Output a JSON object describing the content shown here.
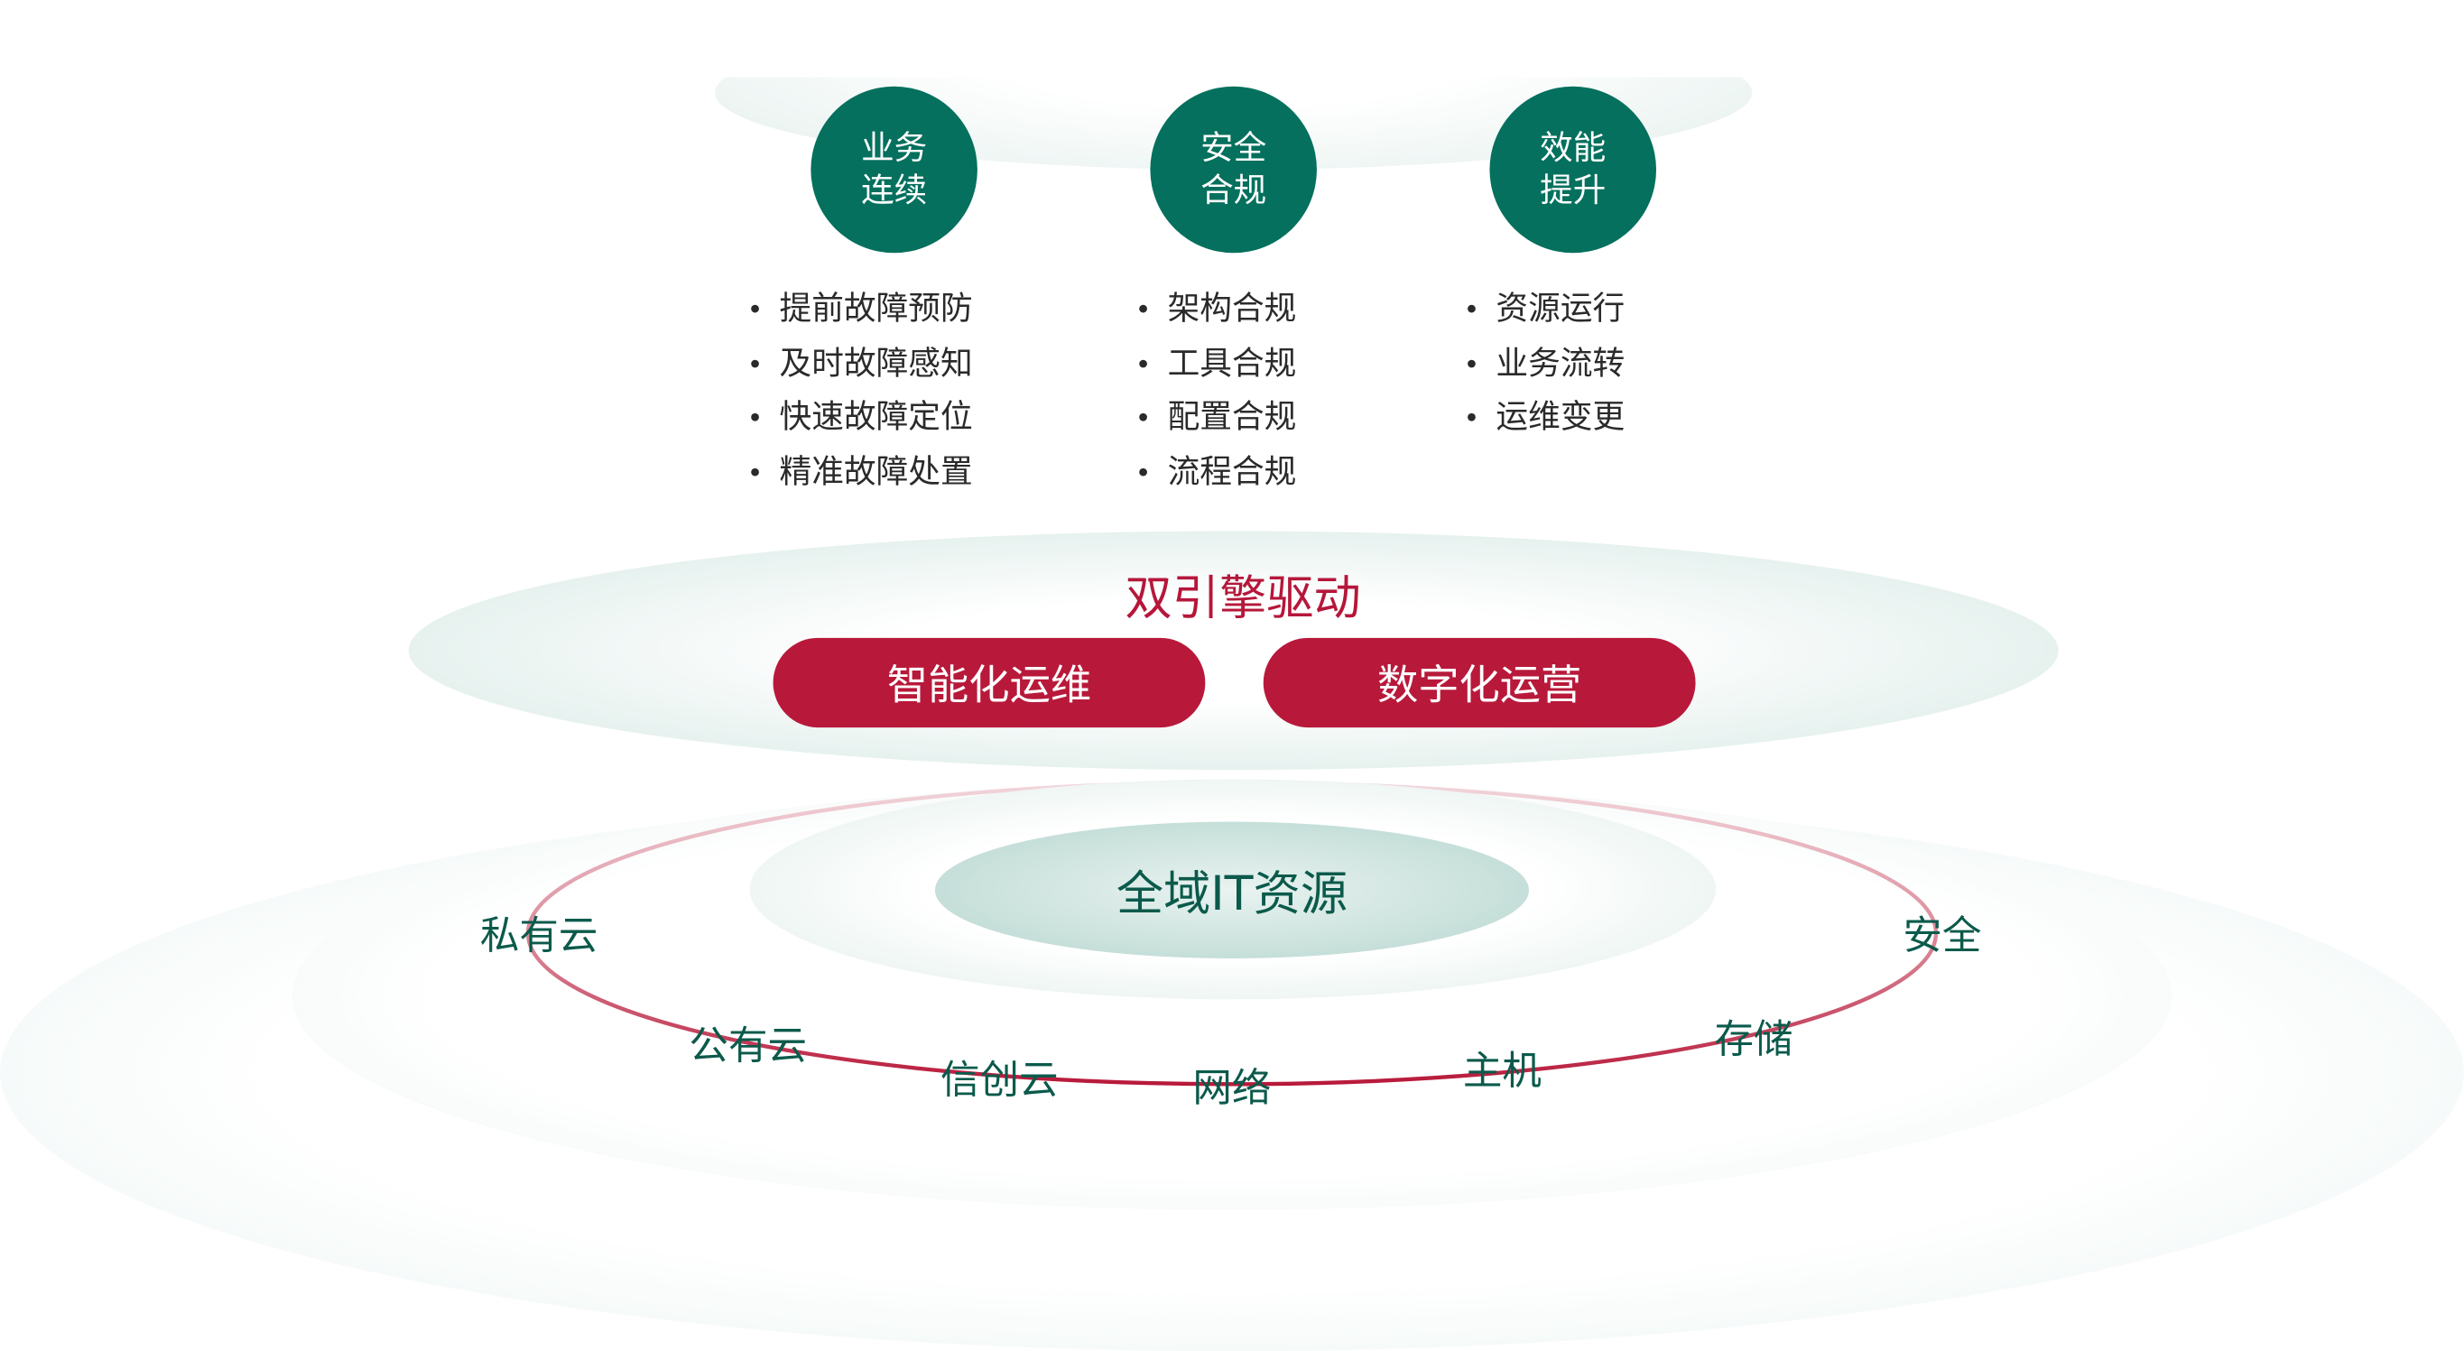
{
  "pillars": [
    {
      "title_line1": "业务",
      "title_line2": "连续",
      "items": [
        "提前故障预防",
        "及时故障感知",
        "快速故障定位",
        "精准故障处置"
      ]
    },
    {
      "title_line1": "安全",
      "title_line2": "合规",
      "items": [
        "架构合规",
        "工具合规",
        "配置合规",
        "流程合规"
      ]
    },
    {
      "title_line1": "效能",
      "title_line2": "提升",
      "items": [
        "资源运行",
        "业务流转",
        "运维变更"
      ]
    }
  ],
  "engine": {
    "title": "双引擎驱动",
    "left": "智能化运维",
    "right": "数字化运营"
  },
  "core": {
    "title": "全域IT资源"
  },
  "ring_labels": [
    "私有云",
    "公有云",
    "信创云",
    "网络",
    "主机",
    "存储",
    "安全"
  ],
  "colors": {
    "green": "#04705d",
    "red": "#b8193a",
    "label": "#0b5a4b"
  }
}
